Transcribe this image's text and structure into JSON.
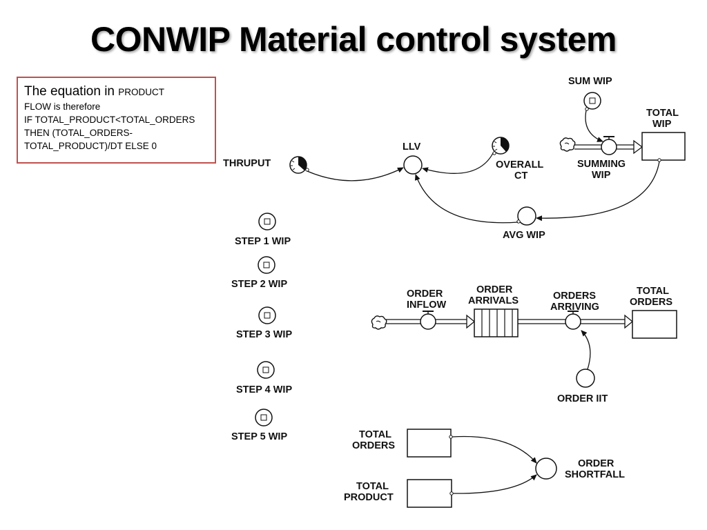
{
  "title": "CONWIP Material control system",
  "note": {
    "line1_main": "The equation in ",
    "line1_small": "PRODUCT",
    "lines": [
      "FLOW is therefore",
      "IF TOTAL_PRODUCT<TOTAL_ORDERS",
      "THEN (TOTAL_ORDERS-",
      "TOTAL_PRODUCT)/DT ELSE 0"
    ],
    "border_color": "#c0504d"
  },
  "diagram": {
    "labels": {
      "sum_wip": "SUM WIP",
      "total_wip_1": "TOTAL",
      "total_wip_2": "WIP",
      "summing_wip_1": "SUMMING",
      "summing_wip_2": "WIP",
      "llv": "LLV",
      "thruput": "THRUPUT",
      "overall_ct_1": "OVERALL",
      "overall_ct_2": "CT",
      "avg_wip": "AVG WIP",
      "step1": "STEP 1 WIP",
      "step2": "STEP 2 WIP",
      "step3": "STEP 3 WIP",
      "step4": "STEP 4 WIP",
      "step5": "STEP 5 WIP",
      "order_inflow_1": "ORDER",
      "order_inflow_2": "INFLOW",
      "order_arrivals_1": "ORDER",
      "order_arrivals_2": "ARRIVALS",
      "orders_arriving_1": "ORDERS",
      "orders_arriving_2": "ARRIVING",
      "total_orders_1": "TOTAL",
      "total_orders_2": "ORDERS",
      "order_iit": "ORDER IIT",
      "total_orders_b_1": "TOTAL",
      "total_orders_b_2": "ORDERS",
      "total_product_1": "TOTAL",
      "total_product_2": "PRODUCT",
      "order_shortfall_1": "ORDER",
      "order_shortfall_2": "SHORTFALL"
    }
  }
}
